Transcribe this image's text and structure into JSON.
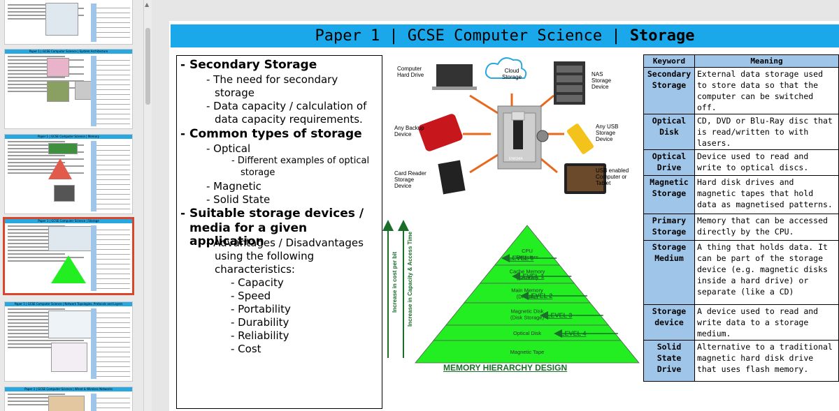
{
  "slide": {
    "title_prefix": "Paper 1 | GCSE Computer Science | ",
    "title_bold": "Storage"
  },
  "thumbnails": [
    {
      "title": "",
      "selected": false
    },
    {
      "title": "Paper 1 | GCSE Computer Science | System Architecture",
      "selected": false
    },
    {
      "title": "Paper 1 | GCSE Computer Science | Memory",
      "selected": false
    },
    {
      "title": "Paper 1 | GCSE Computer Science | Storage",
      "selected": true
    },
    {
      "title": "Paper 1 | GCSE Computer Science | Network Topologies, Protocols and Layers",
      "selected": false
    },
    {
      "title": "Paper 1 | GCSE Computer Science | Wired & Wireless Networks",
      "selected": false
    }
  ],
  "bullets": {
    "h1": "- Secondary Storage",
    "h1_a": "- The need for secondary storage",
    "h1_a1": "- The need for secondary",
    "h1_a2": "storage",
    "h1_b1": "- Data capacity / calculation of",
    "h1_b2": "data capacity requirements.",
    "h2": "- Common types of storage",
    "h2_a": "- Optical",
    "h2_a_i1": "- Different examples of optical",
    "h2_a_i2": "storage",
    "h2_b": "- Magnetic",
    "h2_c": "- Solid State",
    "h3_1": "- Suitable storage devices /",
    "h3_2": "media for a given application",
    "h3_a1": "- Advantages / Disadvantages",
    "h3_a2": "using the following",
    "h3_a3": "characteristics:",
    "c1": "- Capacity",
    "c2": "- Speed",
    "c3": "- Portability",
    "c4": "- Durability",
    "c5": "- Reliability",
    "c6": "- Cost"
  },
  "diagram": {
    "computer_hd": "Computer\nHard Drive",
    "cloud": "Cloud\nStorage",
    "nas": "NAS\nStorage\nDevice",
    "backup": "Any Backup\nDevice",
    "usb": "Any USB\nStorage\nDevice",
    "card": "Card Reader\nStorage\nDevice",
    "tablet": "USB enabled\nComputer or\nTablet",
    "enigma": "ENIGMA"
  },
  "pyramid": {
    "levels": [
      {
        "label": "CPU\nRegisters",
        "level": "LEVEL 0"
      },
      {
        "label": "Cache Memory\n(SRAMs)",
        "level": "LEVEL 1"
      },
      {
        "label": "Main Memory\n(DRAMs)",
        "level": "LEVEL 2"
      },
      {
        "label": "Magnetic Disk\n(Disk Storage)",
        "level": "LEVEL 3"
      },
      {
        "label": "Optical Disk",
        "level": "LEVEL 4"
      },
      {
        "label": "Magnetic Tape",
        "level": ""
      }
    ],
    "axis_cost": "Increase in cost per bit",
    "axis_capacity": "Increase in Capacity & Access Time",
    "caption": "MEMORY HIERARCHY DESIGN",
    "fill": "#22ee22",
    "level_color": "#1a6e2a"
  },
  "keywords": {
    "header_keyword": "Keyword",
    "header_meaning": "Meaning",
    "rows": [
      {
        "k": "Secondary\nStorage",
        "m": "External data storage used to store data so that the computer can be switched off."
      },
      {
        "k": "Optical\nDisk",
        "m": "CD, DVD or Blu-Ray disc that is read/written to with lasers."
      },
      {
        "k": "Optical\nDrive",
        "m": "Device used to read and write to optical discs."
      },
      {
        "k": "Magnetic\nStorage",
        "m": "Hard disk drives and magnetic tapes that hold data as magnetised patterns."
      },
      {
        "k": "Primary\nStorage",
        "m": "Memory that can be accessed directly by the CPU."
      },
      {
        "k": "Storage\nMedium",
        "m": "A thing that holds data. It can be part of the storage device (e.g. magnetic disks inside a hard drive) or separate (like a CD)"
      },
      {
        "k": "Storage\ndevice",
        "m": "A device used to read and write data to a storage medium."
      },
      {
        "k": "Solid\nState\nDrive",
        "m": "Alternative to a traditional magnetic hard disk drive that uses flash memory."
      }
    ]
  }
}
